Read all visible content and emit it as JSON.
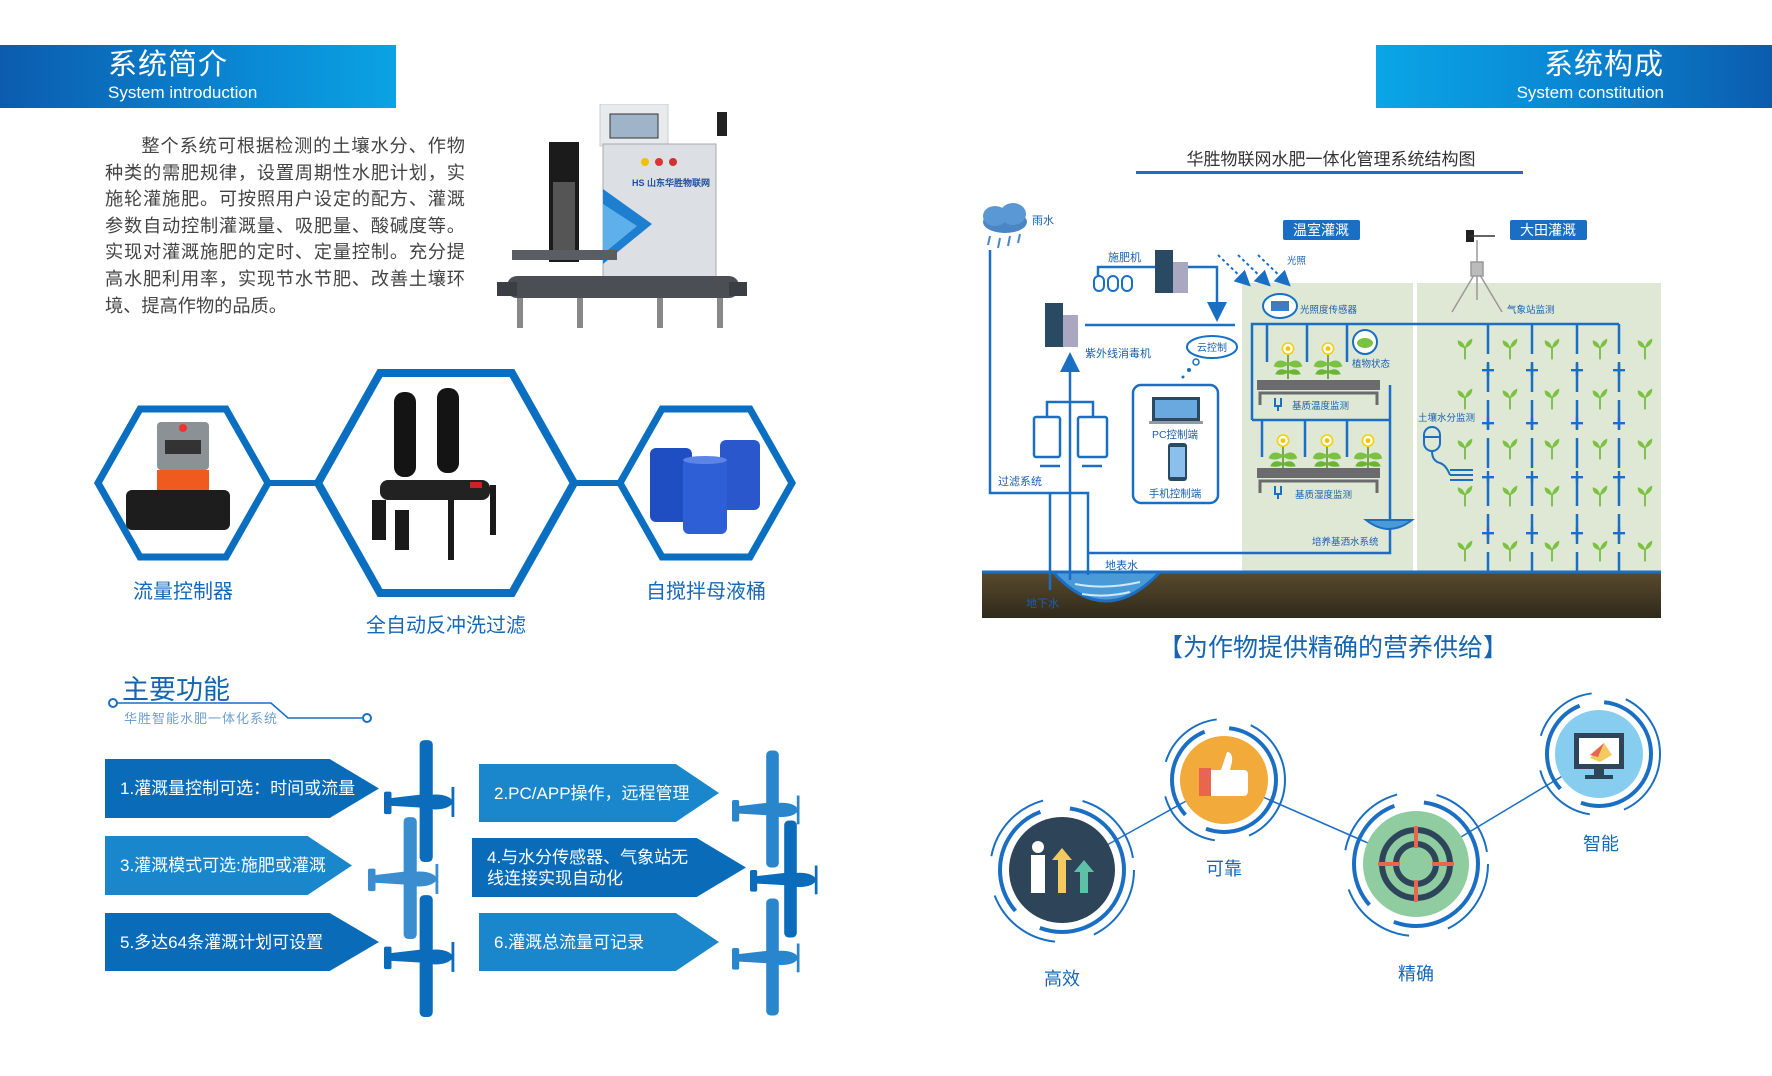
{
  "left_header": {
    "title": "系统简介",
    "subtitle": "System introduction"
  },
  "intro": {
    "text": "整个系统可根据检测的土壤水分、作物种类的需肥规律，设置周期性水肥计划，实施轮灌施肥。可按照用户设定的配方、灌溉参数自动控制灌溉量、吸肥量、酸碱度等。实现对灌溉施肥的定时、定量控制。充分提高水肥利用率，实现节水节肥、改善土壤环境、提高作物的品质。"
  },
  "machine_logo": "山东华胜物联网",
  "components": [
    {
      "label": "流量控制器"
    },
    {
      "label": "全自动反冲洗过滤"
    },
    {
      "label": "自搅拌母液桶"
    }
  ],
  "features_section": {
    "title": "主要功能",
    "subtitle": "华胜智能水肥一体化系统",
    "items": [
      {
        "label": "1.灌溉量控制可选：时间或流量"
      },
      {
        "label": "2.PC/APP操作，远程管理"
      },
      {
        "label": "3.灌溉模式可选:施肥或灌溉"
      },
      {
        "label": "4.与水分传感器、气象站无线连接实现自动化"
      },
      {
        "label": "5.多达64条灌溉计划可设置"
      },
      {
        "label": "6.灌溉总流量可记录"
      }
    ]
  },
  "right_header": {
    "title": "系统构成",
    "subtitle": "System constitution"
  },
  "diagram": {
    "title": "华胜物联网水肥一体化管理系统结构图",
    "labels": {
      "rain": "雨水",
      "fertilizer_machine": "施肥机",
      "uv_disinfector": "紫外线消毒机",
      "cloud_control": "云控制",
      "pc_control": "PC控制端",
      "mobile_control": "手机控制端",
      "filter_system": "过滤系统",
      "surface_water": "地表水",
      "groundwater": "地下水",
      "greenhouse": "温室灌溉",
      "field": "大田灌溉",
      "light": "光照",
      "light_sensor": "光照度传感器",
      "plant_status": "植物状态",
      "substrate_temp": "基质温度监测",
      "substrate_humidity": "基质湿度监测",
      "sprinkler": "培养基洒水系统",
      "weather_station": "气象站监测",
      "soil_moisture": "土壤水分监测"
    }
  },
  "tagline": "【为作物提供精确的营养供给】",
  "advantages": [
    {
      "label": "高效"
    },
    {
      "label": "可靠"
    },
    {
      "label": "精确"
    },
    {
      "label": "智能"
    }
  ],
  "colors": {
    "brand_blue": "#0b5cae",
    "accent_blue": "#0aa3e3",
    "line_blue": "#1a6fc4"
  }
}
